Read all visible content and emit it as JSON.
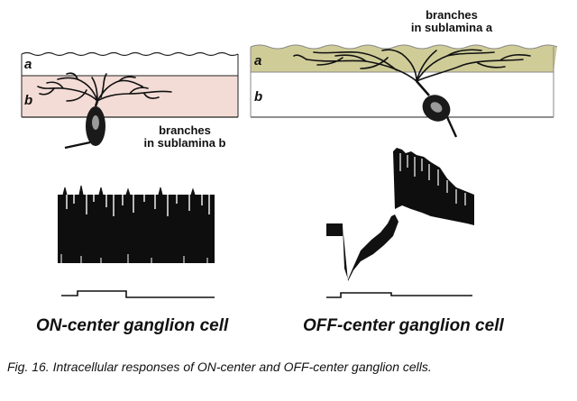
{
  "colors": {
    "sublamina_a": "#cfcc98",
    "sublamina_b": "#f4dcd6",
    "ink": "#111111"
  },
  "left_panel": {
    "layer_a_label": "a",
    "layer_b_label": "b",
    "branch_label_line1": "branches",
    "branch_label_line2": "in sublamina b",
    "title": "ON-center ganglion cell"
  },
  "right_panel": {
    "layer_a_label": "a",
    "layer_b_label": "b",
    "branch_label_line1": "branches",
    "branch_label_line2": "in sublamina a",
    "title": "OFF-center ganglion cell"
  },
  "caption": "Fig. 16. Intracellular responses of ON-center and OFF-center ganglion cells."
}
